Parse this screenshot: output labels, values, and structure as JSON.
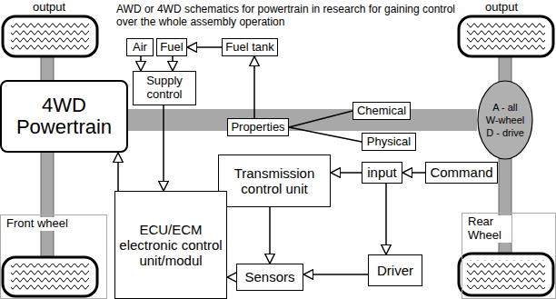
{
  "diagram": {
    "title": "AWD or 4WD schematics for powertrain in research for gaining control over the whole assembly operation",
    "nodes": [
      {
        "text": [
          "Air"
        ]
      },
      {
        "text": [
          "Fuel"
        ]
      },
      {
        "text": [
          "Fuel tank"
        ]
      },
      {
        "text": [
          "4WD Powertrain"
        ]
      },
      {
        "text": [
          "Supply control"
        ]
      },
      {
        "text": [
          "Properties"
        ]
      },
      {
        "text": [
          "Chemical"
        ]
      },
      {
        "text": [
          "Physical"
        ]
      },
      {
        "text": [
          "A - all",
          "W-wheel",
          "D - drive"
        ]
      },
      {
        "text": [
          "Transmission control unit"
        ]
      },
      {
        "text": [
          "input"
        ]
      },
      {
        "text": [
          "Command"
        ]
      },
      {
        "text": [
          "Front wheel"
        ]
      },
      {
        "text": [
          "ECU/ECM electronic control unit/modul"
        ]
      },
      {
        "text": [
          "Sensors"
        ]
      },
      {
        "text": [
          "Driver"
        ]
      },
      {
        "text": [
          "Rear Wheel"
        ]
      }
    ],
    "edges": [
      {
        "from": 3,
        "to": 8,
        "arrow": "none"
      },
      {
        "from": 2,
        "to": 1,
        "arrow": "to"
      },
      {
        "from": 0,
        "to": 4,
        "arrow": "to"
      },
      {
        "from": 1,
        "to": 4,
        "arrow": "to"
      },
      {
        "from": 5,
        "to": 2,
        "arrow": "to"
      },
      {
        "from": 5,
        "to": 6,
        "arrow": "none"
      },
      {
        "from": 5,
        "to": 7,
        "arrow": "none"
      },
      {
        "from": 4,
        "to": 13,
        "arrow": "to"
      },
      {
        "from": 13,
        "to": 3,
        "arrow": "to"
      },
      {
        "from": 11,
        "to": 10,
        "arrow": "to"
      },
      {
        "from": 10,
        "to": 9,
        "arrow": "to"
      },
      {
        "from": 10,
        "to": 15,
        "arrow": "to"
      },
      {
        "from": 15,
        "to": 14,
        "arrow": "to"
      },
      {
        "from": 14,
        "to": 13,
        "arrow": "to"
      },
      {
        "from": 9,
        "to": 14,
        "arrow": "to"
      }
    ],
    "labels": [
      "output",
      "output"
    ]
  }
}
